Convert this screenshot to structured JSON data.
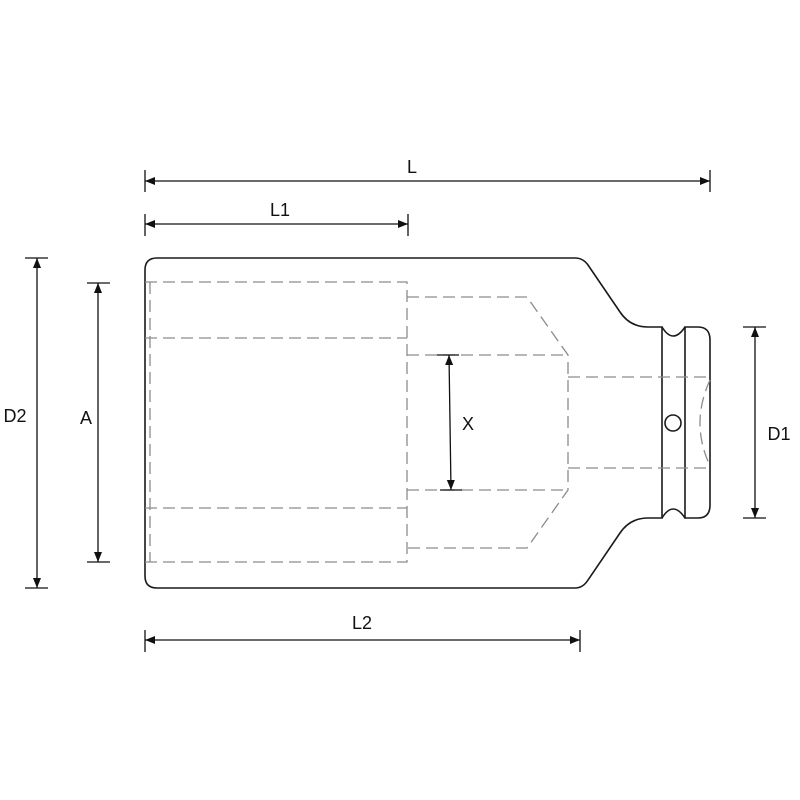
{
  "title": "Impact socket dimension drawing",
  "dimensions": {
    "L": "L",
    "L1": "L1",
    "L2": "L2",
    "D1": "D1",
    "D2": "D2",
    "A": "A",
    "X": "X"
  }
}
